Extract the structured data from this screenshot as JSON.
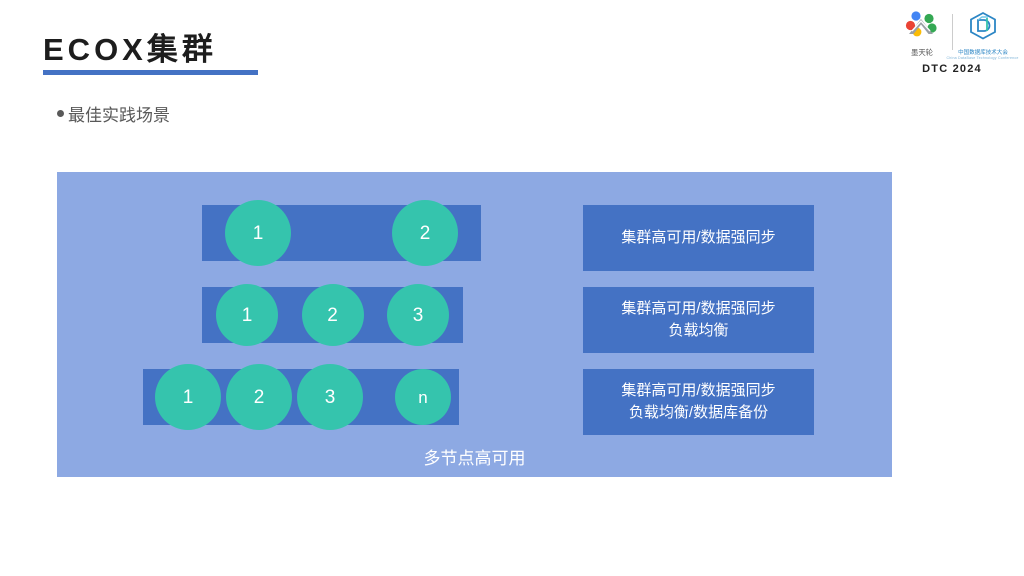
{
  "header": {
    "title": "ECOX集群",
    "bullet": "最佳实践场景",
    "accent_color": "#4472C4"
  },
  "branding": {
    "logo_left_name": "mo-tian-lun-logo-icon",
    "logo_left_caption": "墨天轮",
    "logo_right_name": "dtc-cube-logo-icon",
    "logo_right_caption_cn": "中国数据库技术大会",
    "logo_right_caption_en": "China DataBase Technology Conference",
    "event": "DTC 2024"
  },
  "diagram": {
    "caption": "多节点高可用",
    "panel_color": "#8DA9E3",
    "bar_color": "#4472C4",
    "node_color": "#35C4AD",
    "rows": [
      {
        "id": "row-two-node",
        "nodes": [
          "1",
          "2"
        ],
        "label_lines": [
          "集群高可用/数据强同步"
        ]
      },
      {
        "id": "row-three-node",
        "nodes": [
          "1",
          "2",
          "3"
        ],
        "label_lines": [
          "集群高可用/数据强同步",
          "负载均衡"
        ]
      },
      {
        "id": "row-n-node",
        "nodes": [
          "1",
          "2",
          "3",
          "n"
        ],
        "label_lines": [
          "集群高可用/数据强同步",
          "负载均衡/数据库备份"
        ]
      }
    ]
  }
}
